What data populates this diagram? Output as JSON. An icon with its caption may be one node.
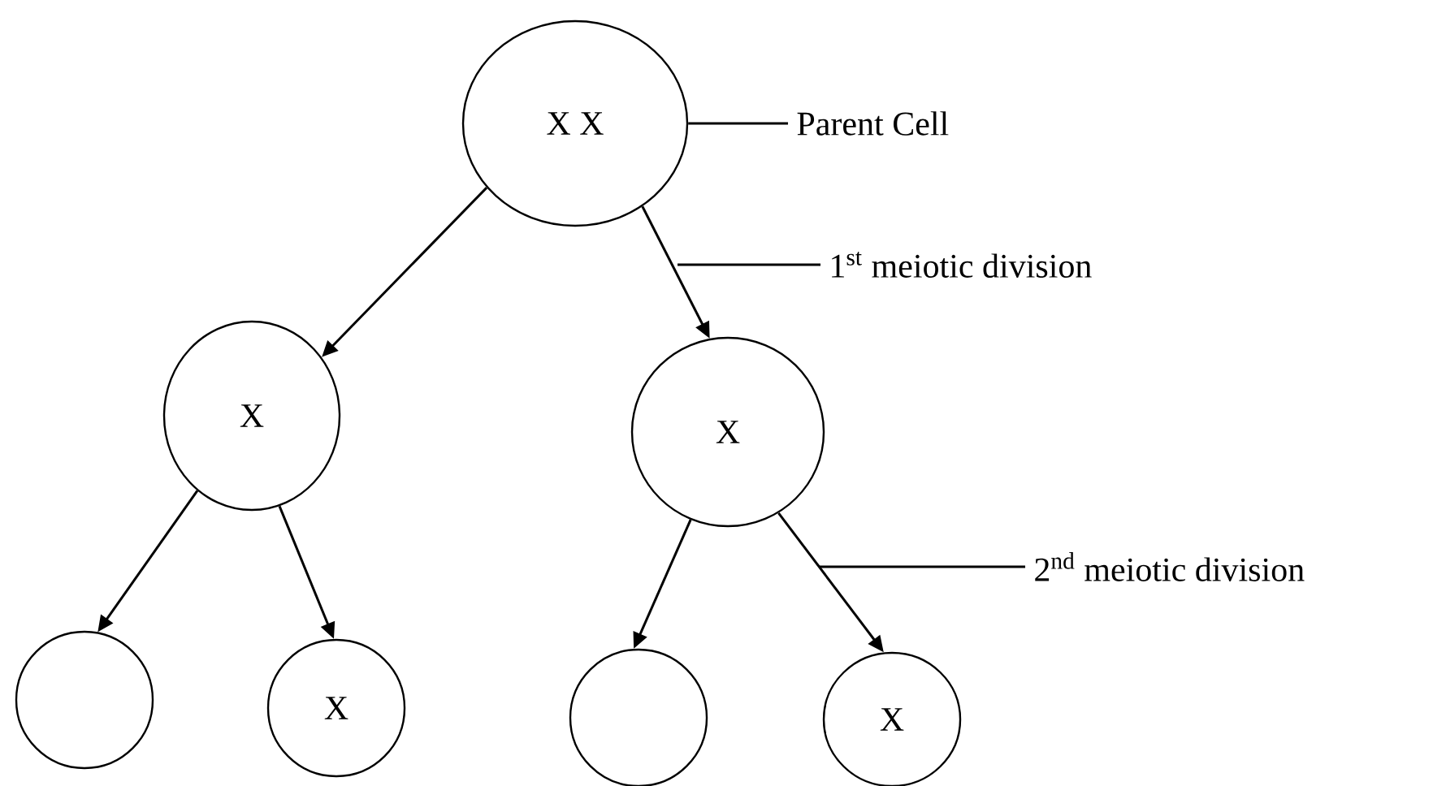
{
  "diagram": {
    "nodes": [
      {
        "text": [
          "X X"
        ]
      },
      {
        "text": [
          "X"
        ]
      },
      {
        "text": [
          "X"
        ]
      },
      {
        "text": [],
        "shape": "circle"
      },
      {
        "text": [
          "X"
        ]
      },
      {
        "text": [],
        "shape": "circle"
      },
      {
        "text": [
          "X"
        ]
      },
      {
        "text": [
          "Parent Cell"
        ]
      },
      {
        "text": [
          "1$^{st}$ meiotic division"
        ]
      },
      {
        "text": [
          "2$^{nd}$ meiotic division"
        ]
      }
    ],
    "edges": [
      {
        "from": 0,
        "to": 1,
        "arrow": "to"
      },
      {
        "from": 0,
        "to": 2,
        "arrow": "to"
      },
      {
        "from": 1,
        "to": 3,
        "arrow": "to"
      },
      {
        "from": 1,
        "to": 4,
        "arrow": "to"
      },
      {
        "from": 2,
        "to": 5,
        "arrow": "to"
      },
      {
        "from": 2,
        "to": 6,
        "arrow": "to"
      },
      {
        "from": 7,
        "to": 0,
        "arrow": "none"
      },
      {
        "from": 8,
        "to": null,
        "arrow": "none"
      },
      {
        "from": 9,
        "to": null,
        "arrow": "none"
      }
    ]
  }
}
